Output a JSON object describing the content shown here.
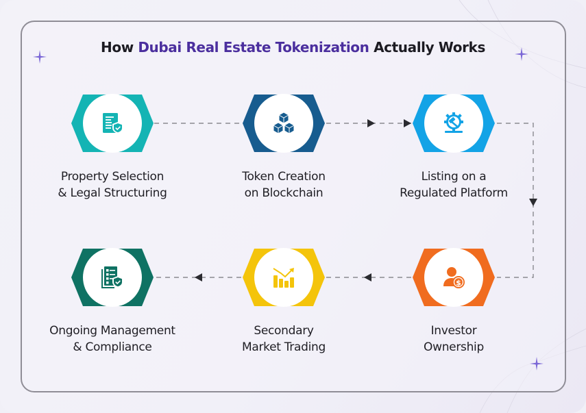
{
  "title": {
    "prefix": "How ",
    "highlight": "Dubai Real Estate Tokenization",
    "suffix": " Actually Works",
    "colors": {
      "text": "#1c1b22",
      "highlight": "#4b2f9e"
    }
  },
  "steps": [
    {
      "line1": "Property Selection",
      "line2": "& Legal Structuring",
      "icon": "document-shield-icon",
      "color": "#14b4b4"
    },
    {
      "line1": "Token Creation",
      "line2": "on Blockchain",
      "icon": "cubes-icon",
      "color": "#175c8f"
    },
    {
      "line1": "Listing on a",
      "line2": "Regulated Platform",
      "icon": "gear-gavel-icon",
      "color": "#13a3e6"
    },
    {
      "line1": "Investor",
      "line2": "Ownership",
      "icon": "user-dollar-icon",
      "color": "#f06c1f"
    },
    {
      "line1": "Secondary",
      "line2": "Market Trading",
      "icon": "bar-chart-trend-icon",
      "color": "#f4c40b"
    },
    {
      "line1": "Ongoing Management",
      "line2": "& Compliance",
      "icon": "checklist-shield-icon",
      "color": "#0f7263"
    }
  ],
  "connector_color": "#8a8a90",
  "arrow_color": "#2b2b30",
  "sparkle_color": "#7a66d6"
}
